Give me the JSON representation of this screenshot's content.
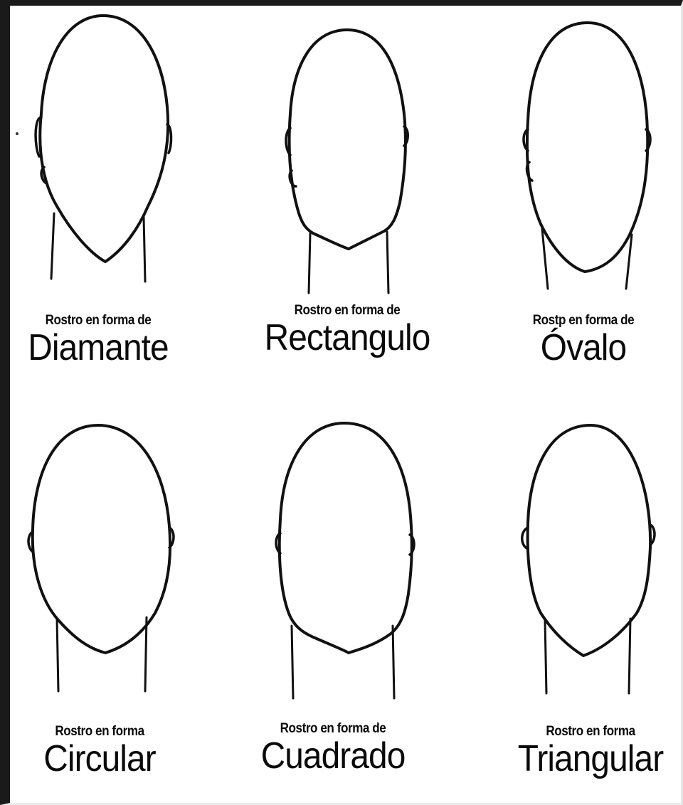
{
  "faces": [
    {
      "prefix": "Rostro en forma de",
      "name": "Diamante"
    },
    {
      "prefix": "Rostro en forma de",
      "name": "Rectangulo"
    },
    {
      "prefix": "Rostp en forma de",
      "name": "Óvalo"
    },
    {
      "prefix": "Rostro en forma",
      "name": "Circular"
    },
    {
      "prefix": "Rostro en forma de",
      "name": "Cuadrado"
    },
    {
      "prefix": "Rostro en forma",
      "name": "Triangular"
    }
  ],
  "colors": {
    "line": "#111111",
    "background": "#ffffff"
  }
}
